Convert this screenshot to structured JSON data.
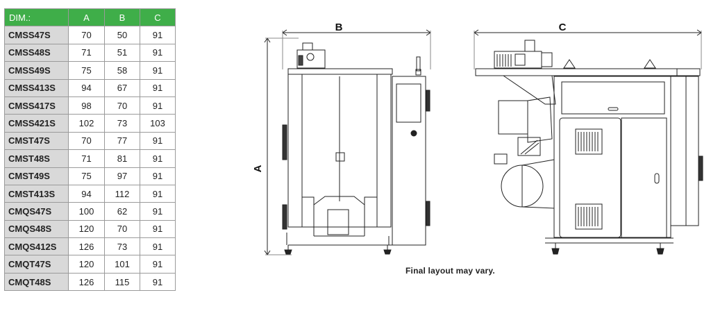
{
  "table": {
    "headers": [
      "DIM.:",
      "A",
      "B",
      "C"
    ],
    "rows": [
      [
        "CMSS47S",
        "70",
        "50",
        "91"
      ],
      [
        "CMSS48S",
        "71",
        "51",
        "91"
      ],
      [
        "CMSS49S",
        "75",
        "58",
        "91"
      ],
      [
        "CMSS413S",
        "94",
        "67",
        "91"
      ],
      [
        "CMSS417S",
        "98",
        "70",
        "91"
      ],
      [
        "CMSS421S",
        "102",
        "73",
        "103"
      ],
      [
        "CMST47S",
        "70",
        "77",
        "91"
      ],
      [
        "CMST48S",
        "71",
        "81",
        "91"
      ],
      [
        "CMST49S",
        "75",
        "97",
        "91"
      ],
      [
        "CMST413S",
        "94",
        "112",
        "91"
      ],
      [
        "CMQS47S",
        "100",
        "62",
        "91"
      ],
      [
        "CMQS48S",
        "120",
        "70",
        "91"
      ],
      [
        "CMQS412S",
        "126",
        "73",
        "91"
      ],
      [
        "CMQT47S",
        "120",
        "101",
        "91"
      ],
      [
        "CMQT48S",
        "126",
        "115",
        "91"
      ]
    ]
  },
  "drawing": {
    "label_a": "A",
    "label_b": "B",
    "label_c": "C"
  },
  "note": "Final layout may vary.",
  "colors": {
    "header_green": "#3fae49",
    "model_cell_gray": "#d9d9d9"
  }
}
